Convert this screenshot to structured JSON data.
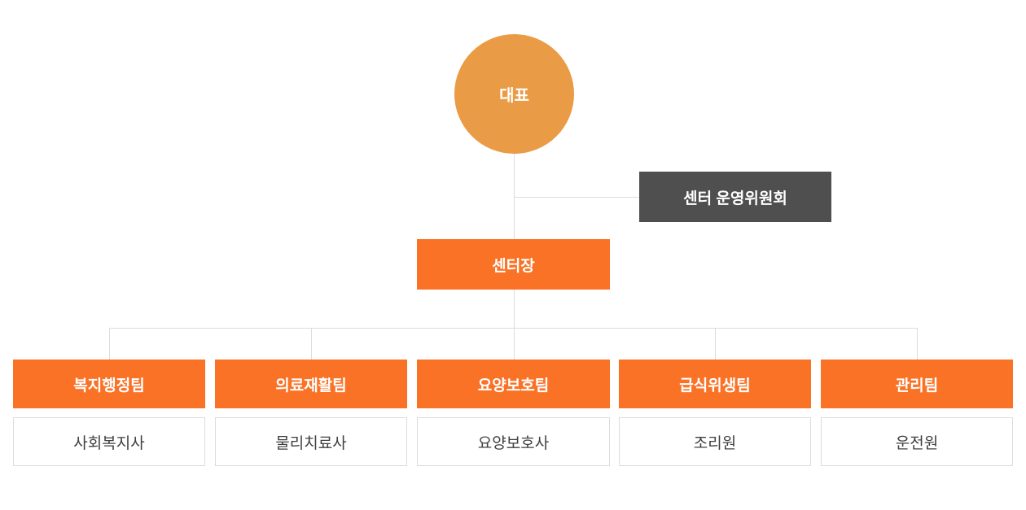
{
  "org": {
    "root": {
      "label": "대표"
    },
    "committee": {
      "label": "센터 운영위원회"
    },
    "director": {
      "label": "센터장"
    },
    "teams": [
      {
        "label": "복지행정팀",
        "member": "사회복지사"
      },
      {
        "label": "의료재활팀",
        "member": "물리치료사"
      },
      {
        "label": "요양보호팀",
        "member": "요양보호사"
      },
      {
        "label": "급식위생팀",
        "member": "조리원"
      },
      {
        "label": "관리팀",
        "member": "운전원"
      }
    ],
    "colors": {
      "root_circle": "#EA9B45",
      "committee_box": "#4F4F4F",
      "accent_orange": "#FA7226",
      "connector_line": "#DCDCDC",
      "member_text": "#3F3F3F",
      "member_border": "#DCDCDC"
    }
  }
}
